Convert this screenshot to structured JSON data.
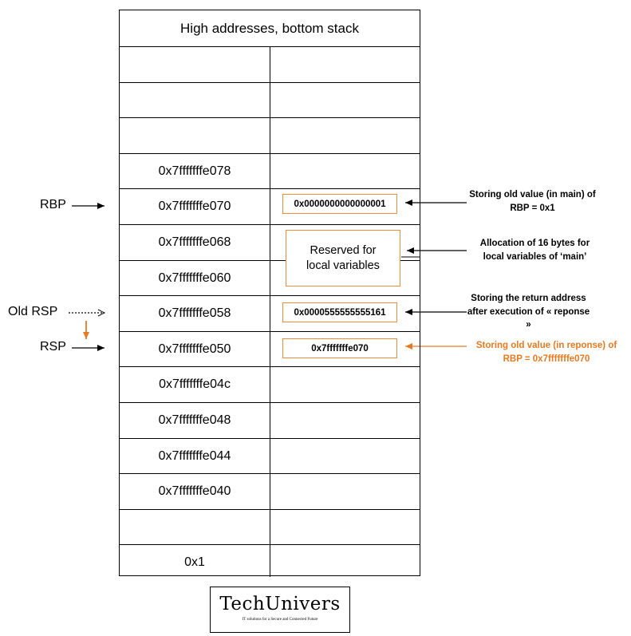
{
  "header": "High addresses, bottom stack",
  "addresses": [
    "",
    "",
    "",
    "0x7fffffffe078",
    "0x7fffffffe070",
    "0x7fffffffe068",
    "0x7fffffffe060",
    "0x7fffffffe058",
    "0x7fffffffe050",
    "0x7fffffffe04c",
    "0x7fffffffe048",
    "0x7fffffffe044",
    "0x7fffffffe040",
    "",
    "0x1"
  ],
  "values": {
    "old_rbp_main": "0x0000000000000001",
    "reserved": "Reserved for local variables",
    "return_address": "0x0000555555555161",
    "old_rbp_reponse": "0x7fffffffe070"
  },
  "notes": {
    "rbp_main": "Storing old value (in main) of RBP = 0x1",
    "alloc": "Allocation of 16 bytes for local variables of ‘main’",
    "return": "Storing the return address after execution of « reponse »",
    "rbp_reponse": "Storing old value (in reponse) of RBP = 0x7fffffffe070"
  },
  "registers": {
    "rbp": "RBP",
    "old_rsp": "Old RSP",
    "rsp": "RSP"
  },
  "logo": {
    "brand": "TechUnivers",
    "tagline": "IT solutions for a Secure and Connected Future"
  },
  "colors": {
    "accent": "#f08a3c",
    "accent_text": "#e67a22",
    "line": "#000000"
  }
}
